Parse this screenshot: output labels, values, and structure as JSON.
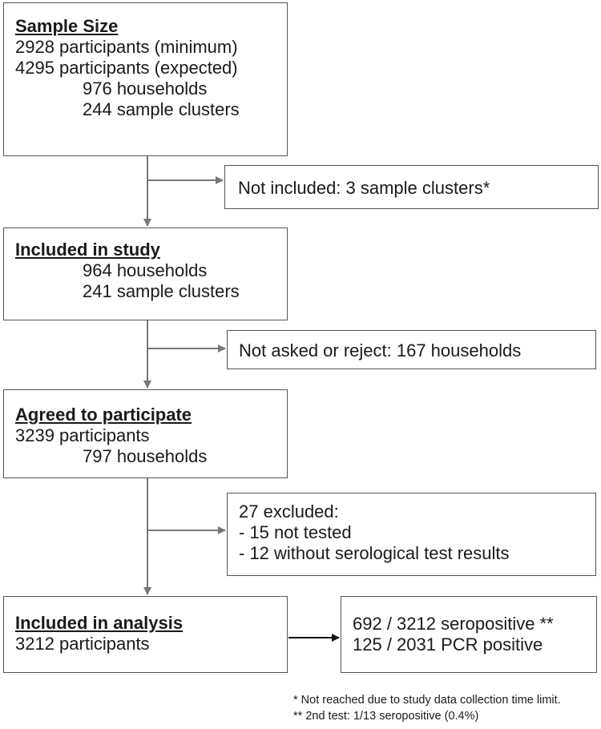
{
  "sample_size": {
    "title": "Sample Size",
    "lines": [
      "2928 participants (minimum)",
      "4295 participants (expected)",
      "976 households",
      "244 sample clusters"
    ]
  },
  "not_included": {
    "text": "Not included: 3 sample clusters*"
  },
  "included_in_study": {
    "title": "Included in study",
    "lines": [
      "964 households",
      "241 sample clusters"
    ]
  },
  "not_asked": {
    "text": "Not asked or reject: 167 households"
  },
  "agreed": {
    "title": "Agreed to participate",
    "lines": [
      "3239 participants",
      "797 households"
    ]
  },
  "excluded": {
    "lines": [
      "27 excluded:",
      "- 15 not tested",
      "- 12 without serological test results"
    ]
  },
  "included_in_analysis": {
    "title": "Included in analysis",
    "lines": [
      "3212 participants"
    ]
  },
  "results": {
    "lines": [
      "692 / 3212 seropositive **",
      "125 / 2031 PCR positive"
    ]
  },
  "footnotes": [
    "* Not reached due to study data collection time limit.",
    "** 2nd test: 1/13 seropositive (0.4%)"
  ],
  "colors": {
    "border": "#555555",
    "arrow": "#777777",
    "text": "#1a1a1a"
  }
}
